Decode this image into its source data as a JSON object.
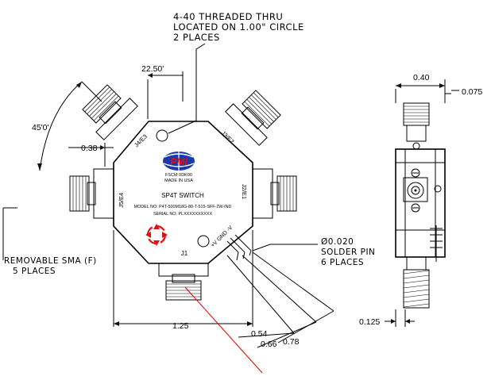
{
  "callouts": {
    "threaded_line1": "4-40 THREADED THRU",
    "threaded_line2": "LOCATED ON 1.00\" CIRCLE",
    "threaded_line3": "2 PLACES",
    "sma_line1": "REMOVABLE SMA (F)",
    "sma_line2": "5 PLACES",
    "pin_line1": "Ø0.020",
    "pin_line2": "SOLDER PIN",
    "pin_line3": "6 PLACES"
  },
  "dimensions": {
    "angle_22_5": "22.50'",
    "angle_45": "45'0'",
    "d_038": "0.38",
    "d_125": "1.25",
    "d_054": "0.54",
    "d_066": "0.66",
    "d_078": "0.78",
    "d_040": "0.40",
    "d_0075": "0.075",
    "d_0125": "0.125"
  },
  "ports": {
    "j1": "J1",
    "j2": "J2/E1",
    "j3": "J3/E2",
    "j4": "J4/E3",
    "j5": "J5/E4",
    "power": "+V GND -V"
  },
  "label": {
    "fscm": "FSCM 0DK00",
    "made": "MADE IN USA",
    "logo": "PMI",
    "title": "SP4T SWITCH",
    "model": "MODEL NO: P4T-500M18G-80-T-515-SFF-2W-IND",
    "serial": "SERIAL NO: PLXXXXXXXXXX"
  },
  "colors": {
    "ink": "#000000",
    "logo_blue": "#1a3aa8",
    "logo_red": "#e01010",
    "leader_red": "#e00000"
  }
}
